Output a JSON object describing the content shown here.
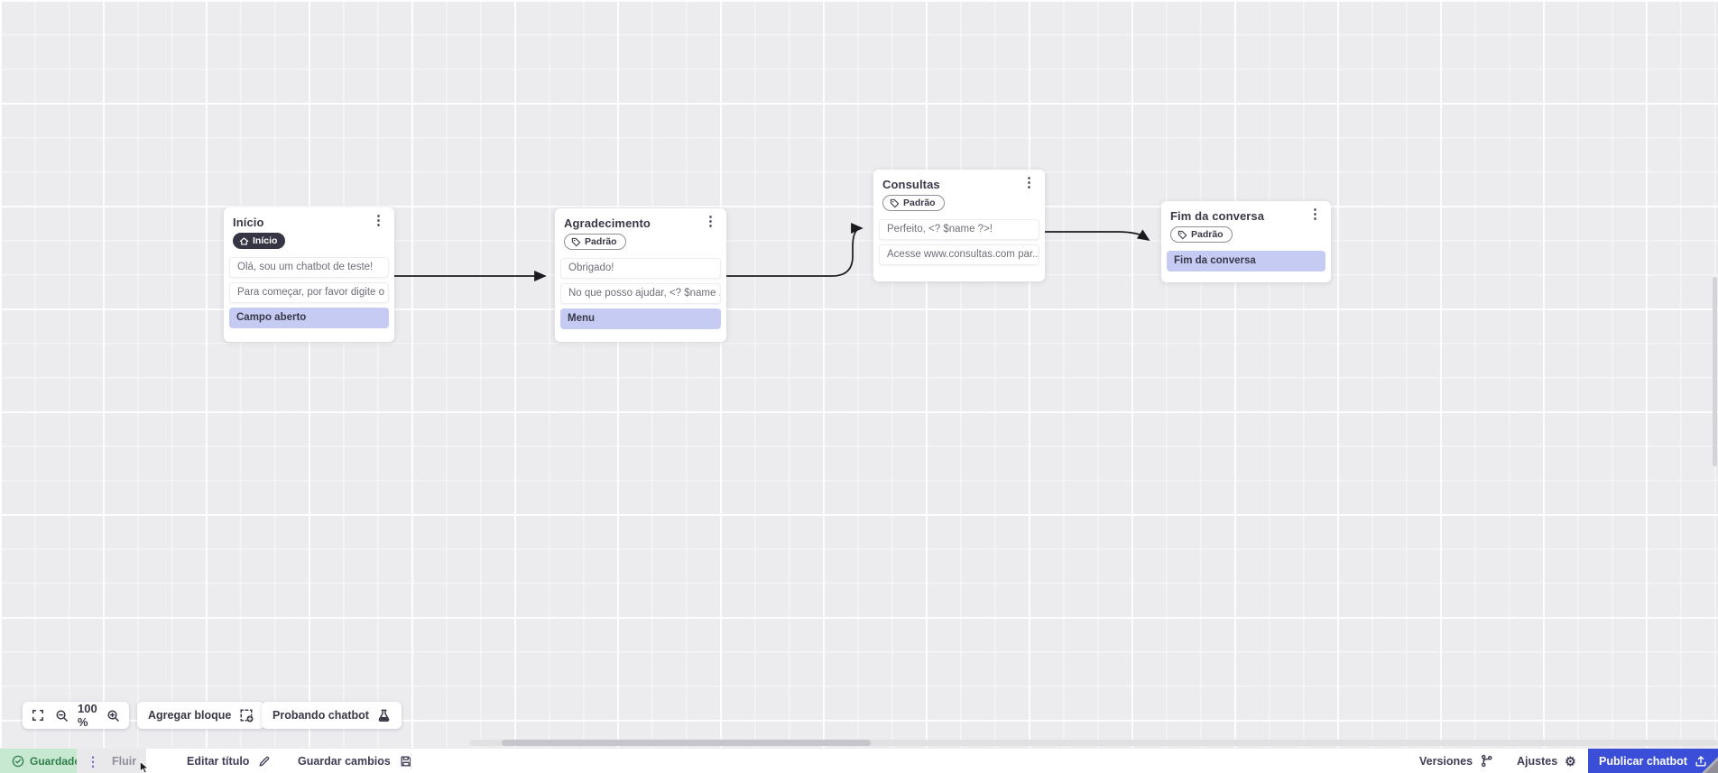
{
  "canvas": {
    "nodes": [
      {
        "title": "Início",
        "badge": {
          "style": "dark",
          "icon": "home-icon",
          "label": "Início"
        },
        "messages": [
          "Olá, sou um chatbot de teste!",
          "Para começar, por favor digite o ..."
        ],
        "actions": [
          "Campo aberto"
        ]
      },
      {
        "title": "Agradecimento",
        "badge": {
          "style": "outline",
          "icon": "tag-icon",
          "label": "Padrão"
        },
        "messages": [
          "Obrigado!",
          "No que posso ajudar, <? $name ..."
        ],
        "actions": [
          "Menu"
        ]
      },
      {
        "title": "Consultas",
        "badge": {
          "style": "outline",
          "icon": "tag-icon",
          "label": "Padrão"
        },
        "messages": [
          "Perfeito, <? $name ?>!",
          "Acesse www.consultas.com par..."
        ],
        "actions": []
      },
      {
        "title": "Fim da conversa",
        "badge": {
          "style": "outline",
          "icon": "tag-icon",
          "label": "Padrão"
        },
        "messages": [],
        "actions": [
          "Fim da conversa"
        ]
      }
    ]
  },
  "toolbar": {
    "zoom_level": "100 %",
    "add_block_label": "Agregar bloque",
    "test_chatbot_label": "Probando chatbot"
  },
  "statusbar": {
    "saved_label": "Guardado",
    "flow_tab_label": "Fluir",
    "edit_title_label": "Editar título",
    "save_changes_label": "Guardar cambios",
    "versions_label": "Versiones",
    "settings_label": "Ajustes",
    "publish_label": "Publicar chatbot"
  },
  "colors": {
    "accent_blue": "#3a4ed8",
    "action_lavender": "#c5cbf3",
    "saved_green_bg": "#c7e9d1",
    "saved_green_text": "#2f7d4b",
    "dark_badge": "#363544",
    "canvas_bg": "#ecebee"
  }
}
